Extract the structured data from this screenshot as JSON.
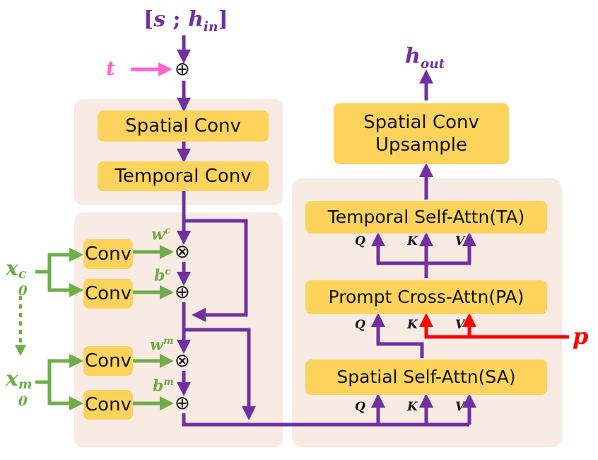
{
  "blocks": {
    "spatial_conv": "Spatial Conv",
    "temporal_conv": "Temporal Conv",
    "conv": "Conv",
    "temporal_self_attn": "Temporal Self-Attn(TA)",
    "prompt_cross_attn": "Prompt Cross-Attn(PA)",
    "spatial_self_attn": "Spatial Self-Attn(SA)",
    "spatial_conv_upsample_line1": "Spatial Conv",
    "spatial_conv_upsample_line2": "Upsample"
  },
  "symbols": {
    "input_bracket_open": "[",
    "input_s": "s",
    "input_semicolon": " ; ",
    "input_h": "h",
    "input_h_sub": "in",
    "input_bracket_close": "]",
    "output_h": "h",
    "output_h_sub": "out",
    "timestep": "t",
    "prompt": "p",
    "x": "x",
    "x_sub": "0",
    "x_c_sup": "c",
    "x_m_sup": "m",
    "w": "w",
    "b": "b",
    "sup_c": "c",
    "sup_m": "m",
    "plus": "⊕",
    "times": "⊗",
    "q": "Q",
    "k": "K",
    "v": "V"
  },
  "colors": {
    "main_flow": "#7030a0",
    "condition_flow": "#70ad47",
    "timestep_arrow": "#ff66cc",
    "prompt_arrow": "#ff0000",
    "block_fill": "#fdd35c",
    "group_background": "#f8ebe4"
  }
}
